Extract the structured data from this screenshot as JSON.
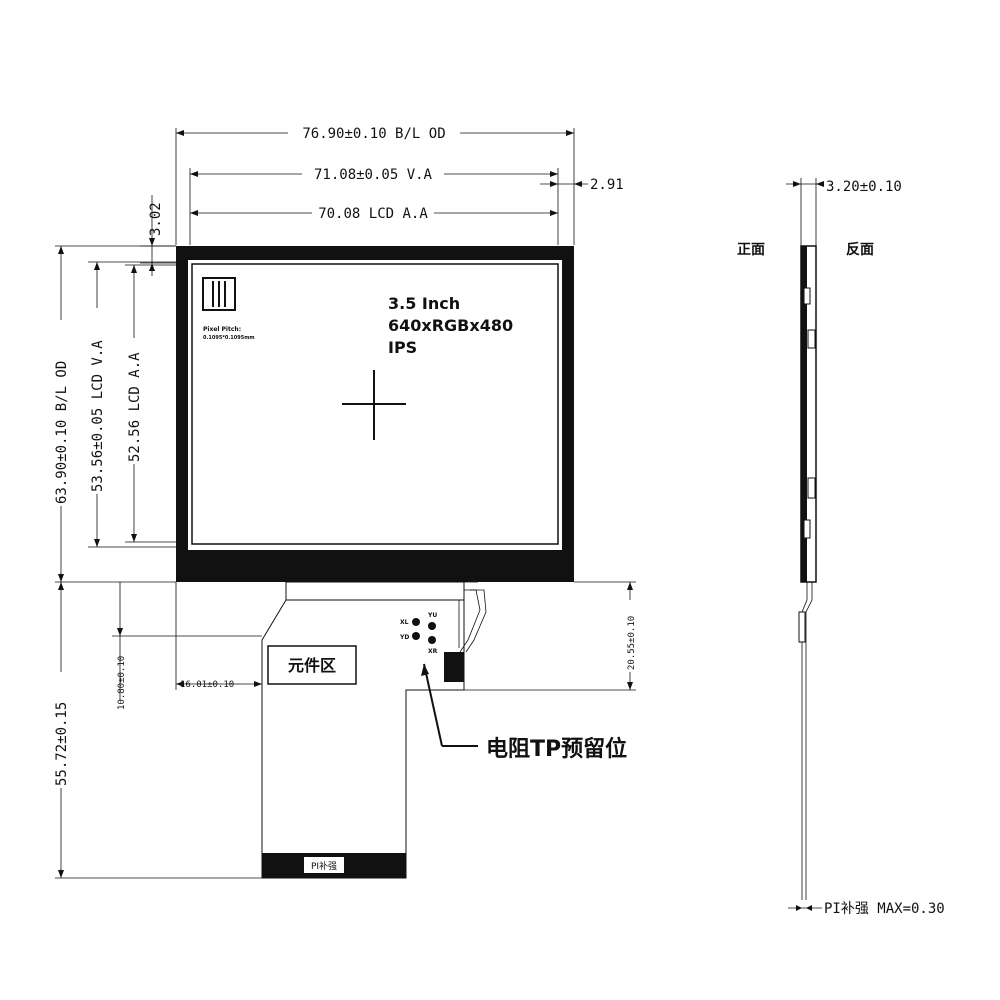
{
  "dimensions": {
    "bl_od_width": "76.90±0.10 B/L OD",
    "va_width": "71.08±0.05 V.A",
    "lcd_aa_width": "70.08 LCD A.A",
    "right_offset": "2.91",
    "top_offset": "3.02",
    "bl_od_height": "63.90±0.10 B/L OD",
    "va_height": "53.56±0.05 LCD V.A",
    "lcd_aa_height": "52.56 LCD A.A",
    "fpc_total_length": "55.72±0.15",
    "fpc_offset_y": "10.80±0.10",
    "fpc_offset_x": "16.01±0.10",
    "fpc_right_length": "20.55±0.10",
    "thickness": "3.20±0.10",
    "pi_stiffener": "PI补强 MAX=0.30"
  },
  "panel": {
    "line1": "3.5 Inch",
    "line2": "640xRGBx480",
    "line3": "IPS",
    "pixel_pitch_title": "Pixel Pitch:",
    "pixel_pitch_value": "0.1095*0.1095mm"
  },
  "fpc": {
    "component_area": "元件区",
    "tp_reserved": "电阻TP预留位",
    "pi_label": "PI补强",
    "pin_xl": "XL",
    "pin_yu": "YU",
    "pin_yd": "YD",
    "pin_xr": "XR"
  },
  "side_view": {
    "front": "正面",
    "back": "反面"
  }
}
